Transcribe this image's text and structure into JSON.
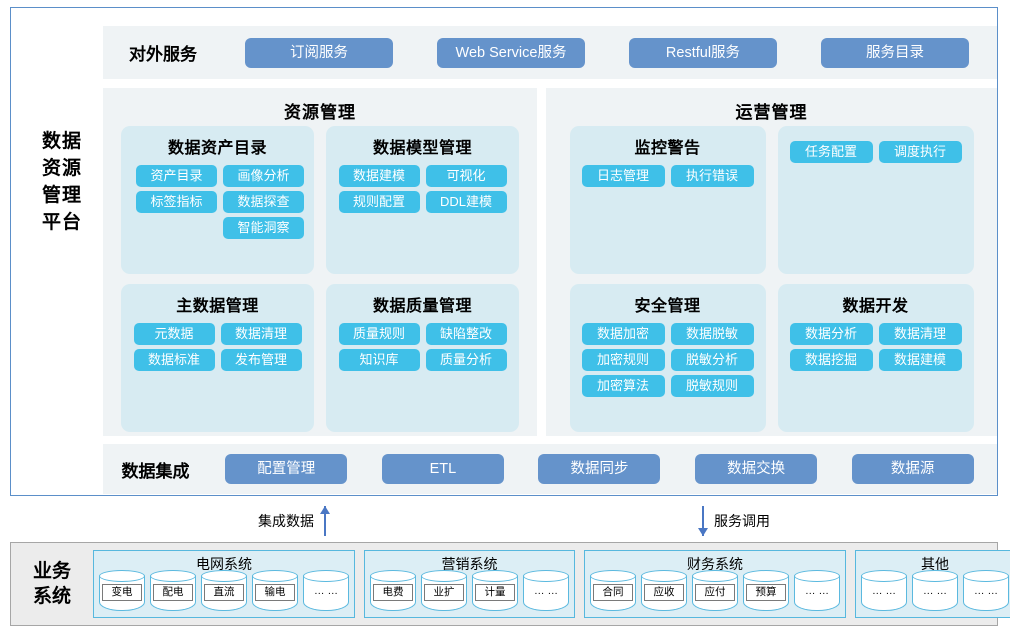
{
  "platform": {
    "label_lines": [
      "数据",
      "资源",
      "管理",
      "平台"
    ],
    "external_services": {
      "title": "对外服务",
      "buttons": [
        "订阅服务",
        "Web Service服务",
        "Restful服务",
        "服务目录"
      ]
    },
    "panels": [
      {
        "title": "资源管理",
        "cards": [
          {
            "title": "数据资产目录",
            "chips": [
              "资产目录",
              "画像分析",
              "标签指标",
              "数据探查",
              "智能洞察"
            ]
          },
          {
            "title": "数据模型管理",
            "chips": [
              "数据建模",
              "可视化",
              "规则配置",
              "DDL建模"
            ]
          },
          {
            "title": "主数据管理",
            "chips": [
              "元数据",
              "数据清理",
              "数据标准",
              "发布管理"
            ]
          },
          {
            "title": "数据质量管理",
            "chips": [
              "质量规则",
              "缺陷整改",
              "知识库",
              "质量分析"
            ]
          }
        ]
      },
      {
        "title": "运营管理",
        "cards": [
          {
            "title": "监控警告",
            "chips": [
              "日志管理",
              "执行错误"
            ]
          },
          {
            "title": "",
            "chips": [
              "任务配置",
              "调度执行"
            ]
          },
          {
            "title": "安全管理",
            "chips": [
              "数据加密",
              "数据脱敏",
              "加密规则",
              "脱敏分析",
              "加密算法",
              "脱敏规则"
            ]
          },
          {
            "title": "数据开发",
            "chips": [
              "数据分析",
              "数据清理",
              "数据挖掘",
              "数据建模"
            ]
          }
        ]
      }
    ],
    "integration": {
      "title": "数据集成",
      "buttons": [
        "配置管理",
        "ETL",
        "数据同步",
        "数据交换",
        "数据源"
      ]
    }
  },
  "connectors": [
    {
      "label": "集成数据",
      "direction": "up"
    },
    {
      "label": "服务调用",
      "direction": "down"
    }
  ],
  "business_systems": {
    "label_lines": [
      "业务",
      "系统"
    ],
    "groups": [
      {
        "title": "电网系统",
        "items": [
          "变电",
          "配电",
          "直流",
          "输电",
          "… …"
        ]
      },
      {
        "title": "营销系统",
        "items": [
          "电费",
          "业扩",
          "计量",
          "… …"
        ]
      },
      {
        "title": "财务系统",
        "items": [
          "合同",
          "应收",
          "应付",
          "预算",
          "… …"
        ]
      },
      {
        "title": "其他",
        "items": [
          "… …",
          "… …",
          "… …"
        ]
      }
    ]
  },
  "colors": {
    "frame_border": "#5B8FC9",
    "strip_bg": "#EFF3F5",
    "button_blue": "#6593CB",
    "chip_cyan": "#3FC0E8",
    "card_bg": "#D7EBF2",
    "biz_bar_bg": "#ECECEC",
    "biz_group_border": "#57B8DE",
    "arrow": "#4A77C4"
  }
}
